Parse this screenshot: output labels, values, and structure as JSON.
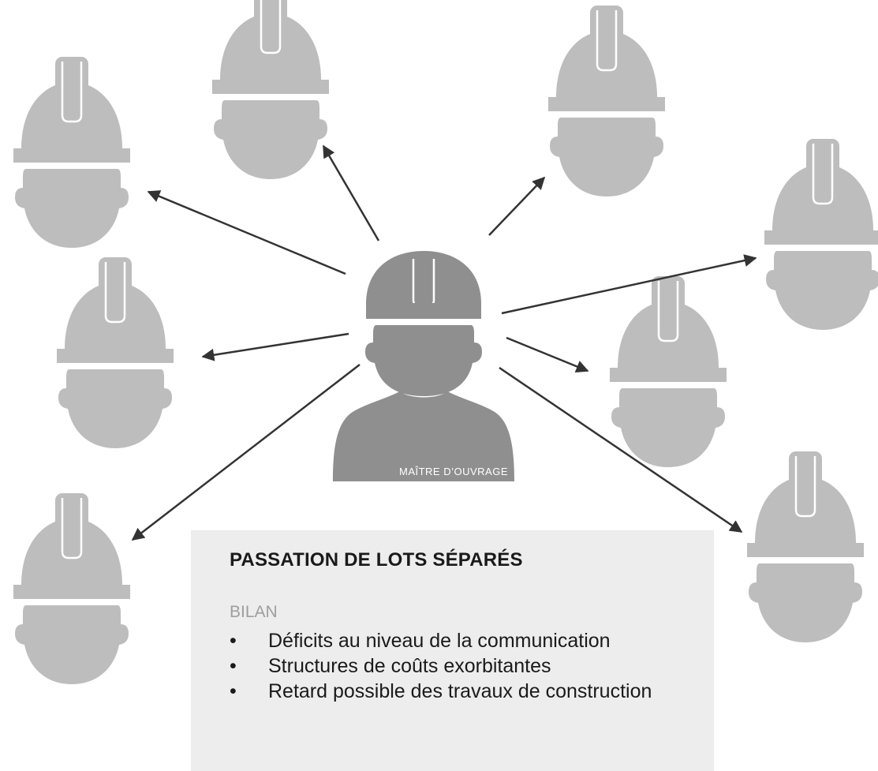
{
  "diagram": {
    "owner_label": "MAÎTRE D’OUVRAGE",
    "contractor_count": 8,
    "colors": {
      "worker": "#bdbdbd",
      "owner": "#8f8f8f",
      "arrow": "#333333",
      "box": "#ededed"
    },
    "icons": {
      "worker": "construction-worker-icon",
      "owner": "client-worker-icon"
    }
  },
  "box": {
    "title": "PASSATION DE LOTS SÉPARÉS",
    "subtitle": "BILAN",
    "items": [
      "Déficits au niveau de la communication",
      "Structures de coûts exorbitantes",
      "Retard possible des travaux de construction"
    ]
  }
}
